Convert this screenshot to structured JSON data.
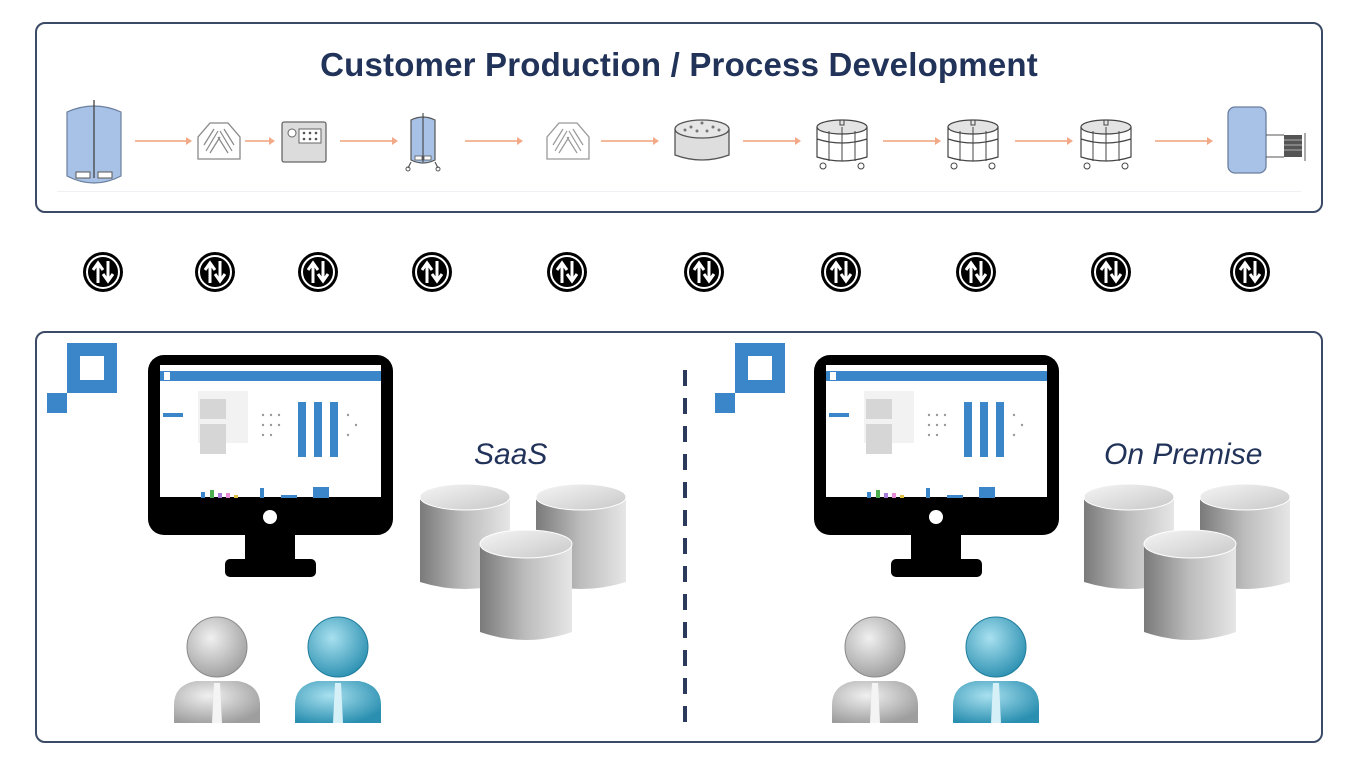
{
  "top_panel": {
    "title": "Customer Production / Process Development",
    "equipment": [
      {
        "name": "large-bioreactor",
        "type": "bioreactor-blue"
      },
      {
        "name": "filter",
        "type": "filter"
      },
      {
        "name": "control-unit",
        "type": "control-box"
      },
      {
        "name": "small-bioreactor",
        "type": "bioreactor-blue-small"
      },
      {
        "name": "filter",
        "type": "filter"
      },
      {
        "name": "chromatography-column",
        "type": "column"
      },
      {
        "name": "mobile-tank",
        "type": "mobile-tank"
      },
      {
        "name": "mobile-tank",
        "type": "mobile-tank"
      },
      {
        "name": "mobile-tank",
        "type": "mobile-tank"
      },
      {
        "name": "storage-tank-with-heat-exchanger",
        "type": "storage-tank"
      }
    ],
    "arrow_color": "#f2b99a"
  },
  "sync_icons": {
    "count": 10,
    "icon": "sync-arrows-icon"
  },
  "bottom_panel": {
    "left": {
      "label": "SaaS",
      "logo_color": "#3a86c8"
    },
    "right": {
      "label": "On Premise",
      "logo_color": "#3a86c8"
    },
    "screen_accent": "#3a86c8",
    "screen_bar_colors": [
      "#3a86c8",
      "#4caf50",
      "#a77bd8",
      "#e58ad6",
      "#e0c040",
      "#3a86c8"
    ],
    "user_colors": [
      "#bdbdbd",
      "#35a6c8"
    ]
  },
  "colors": {
    "border": "#3b4a66",
    "title": "#22335a",
    "bioreactor_fill": "#a7c2e6"
  }
}
